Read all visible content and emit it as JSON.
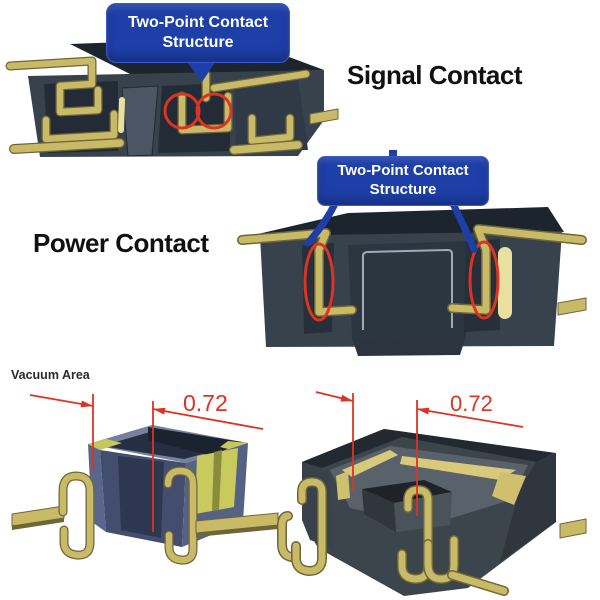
{
  "figure": {
    "title_hint": "Connector two-point contact structure diagram",
    "sections": {
      "signal": {
        "label": "Signal Contact",
        "callout": {
          "line1": "Two-Point Contact",
          "line2": "Structure"
        }
      },
      "power": {
        "label": "Power Contact",
        "callout": {
          "line1": "Two-Point Contact",
          "line2": "Structure"
        }
      },
      "vacuum": {
        "label": "Vacuum Area",
        "dimension_left": "0.72",
        "dimension_right": "0.72"
      }
    }
  },
  "colors": {
    "background": "#ffffff",
    "callout_blue": "#1e3fa8",
    "callout_text": "#ffffff",
    "annotation_red": "#dd3322",
    "label_text": "#111111",
    "gold": "#c9ba68",
    "gold_dark": "#6f6638",
    "gold_light": "#e9e0a0",
    "body_slate": "#37424d",
    "body_dark": "#1c242e"
  }
}
